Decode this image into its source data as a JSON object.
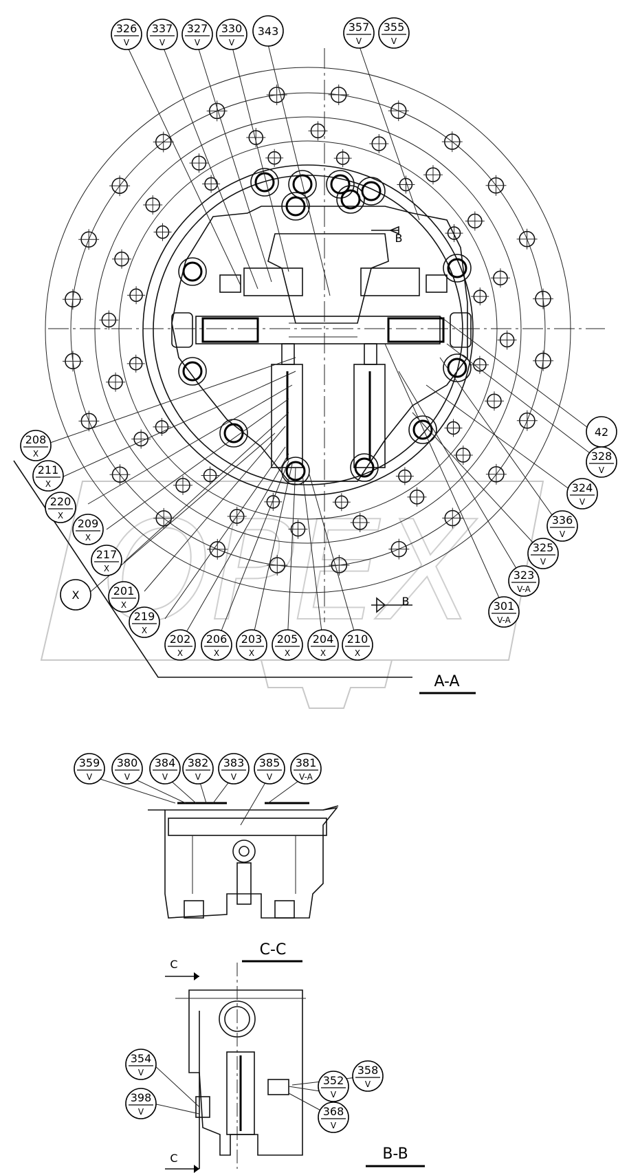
{
  "views": {
    "aa": {
      "title": "A-A",
      "callouts": [
        {
          "num": "326",
          "sub": "V"
        },
        {
          "num": "337",
          "sub": "V"
        },
        {
          "num": "327",
          "sub": "V"
        },
        {
          "num": "330",
          "sub": "V"
        },
        {
          "num": "343",
          "sub": ""
        },
        {
          "num": "357",
          "sub": "V"
        },
        {
          "num": "355",
          "sub": "V"
        },
        {
          "num": "42",
          "sub": ""
        },
        {
          "num": "328",
          "sub": "V"
        },
        {
          "num": "324",
          "sub": "V"
        },
        {
          "num": "336",
          "sub": "V"
        },
        {
          "num": "325",
          "sub": "V"
        },
        {
          "num": "323",
          "sub": "V-A"
        },
        {
          "num": "301",
          "sub": "V-A"
        },
        {
          "num": "208",
          "sub": "X"
        },
        {
          "num": "211",
          "sub": "X"
        },
        {
          "num": "220",
          "sub": "X"
        },
        {
          "num": "209",
          "sub": "X"
        },
        {
          "num": "217",
          "sub": "X"
        },
        {
          "num": "X",
          "sub": ""
        },
        {
          "num": "201",
          "sub": "X"
        },
        {
          "num": "219",
          "sub": "X"
        },
        {
          "num": "202",
          "sub": "X"
        },
        {
          "num": "206",
          "sub": "X"
        },
        {
          "num": "203",
          "sub": "X"
        },
        {
          "num": "205",
          "sub": "X"
        },
        {
          "num": "204",
          "sub": "X"
        },
        {
          "num": "210",
          "sub": "X"
        }
      ],
      "section_marks": [
        "B",
        "B"
      ]
    },
    "cc": {
      "title": "C-C",
      "callouts": [
        {
          "num": "359",
          "sub": "V"
        },
        {
          "num": "380",
          "sub": "V"
        },
        {
          "num": "384",
          "sub": "V"
        },
        {
          "num": "382",
          "sub": "V"
        },
        {
          "num": "383",
          "sub": "V"
        },
        {
          "num": "385",
          "sub": "V"
        },
        {
          "num": "381",
          "sub": "V-A"
        }
      ]
    },
    "bb": {
      "title": "B-B",
      "callouts": [
        {
          "num": "354",
          "sub": "V"
        },
        {
          "num": "398",
          "sub": "V"
        },
        {
          "num": "352",
          "sub": "V"
        },
        {
          "num": "358",
          "sub": "V"
        },
        {
          "num": "368",
          "sub": "V"
        }
      ],
      "section_marks": [
        "C",
        "C"
      ]
    }
  },
  "watermark": "OPEX"
}
